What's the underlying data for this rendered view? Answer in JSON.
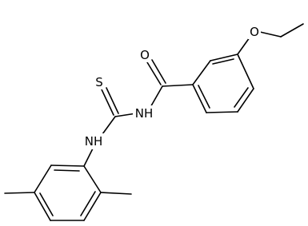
{
  "molecule": {
    "atoms": [
      {
        "id": "O_ether",
        "label": "O"
      },
      {
        "id": "O_carbonyl",
        "label": "O"
      },
      {
        "id": "N_amide",
        "label": "NH"
      },
      {
        "id": "S_thio",
        "label": "S"
      },
      {
        "id": "N_aniline",
        "label": "NH"
      }
    ]
  }
}
